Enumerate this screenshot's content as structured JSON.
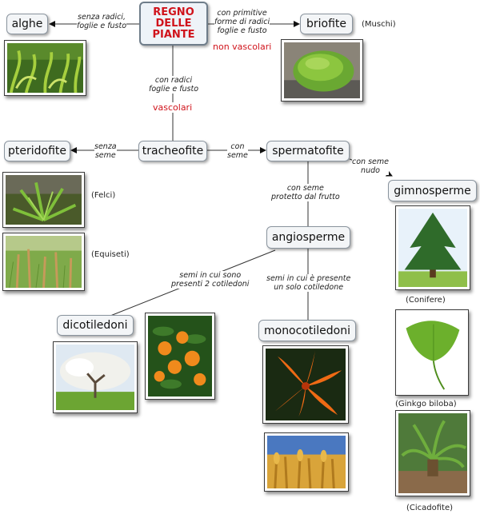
{
  "root": {
    "line1": "REGNO",
    "line2": "DELLE",
    "line3": "PIANTE"
  },
  "nodes": {
    "alghe": "alghe",
    "briofite": "briofite",
    "tracheofite": "tracheofite",
    "pteridofite": "pteridofite",
    "spermatofite": "spermatofite",
    "gimnosperme": "gimnosperme",
    "angiosperme": "angiosperme",
    "dicotiledoni": "dicotiledoni",
    "monocotiledoni": "monocotiledoni"
  },
  "links": {
    "alghe": {
      "l1": "senza radici,",
      "l2": "foglie e fusto"
    },
    "briofite": {
      "l1": "con primitive",
      "l2": "forme di radici",
      "l3": "foglie e fusto"
    },
    "tracheofite": {
      "l1": "con radici",
      "l2": "foglie e fusto"
    },
    "pteridofite": {
      "l1": "senza",
      "l2": "seme"
    },
    "spermatofite": {
      "l1": "con",
      "l2": "seme"
    },
    "gimnosperme": {
      "l1": "con seme",
      "l2": "nudo"
    },
    "angiosperme": {
      "l1": "con seme",
      "l2": "protetto dal frutto"
    },
    "dicotiledoni": {
      "l1": "semi in cui sono",
      "l2": "presenti 2 cotiledoni"
    },
    "monocotiledoni": {
      "l1": "semi in cui è presente",
      "l2": "un solo cotiledone"
    }
  },
  "notes": {
    "non_vascolari": "non vascolari",
    "vascolari": "vascolari"
  },
  "captions": {
    "muschi": "(Muschi)",
    "felci": "(Felci)",
    "equiseti": "(Equiseti)",
    "conifere": "(Conifere)",
    "ginkgo": "(Ginkgo biloba)",
    "cicadofite": "(Cicadofite)"
  },
  "colors": {
    "root_text": "#d0131b",
    "note_text": "#d0131b",
    "node_border": "#8a949e"
  }
}
